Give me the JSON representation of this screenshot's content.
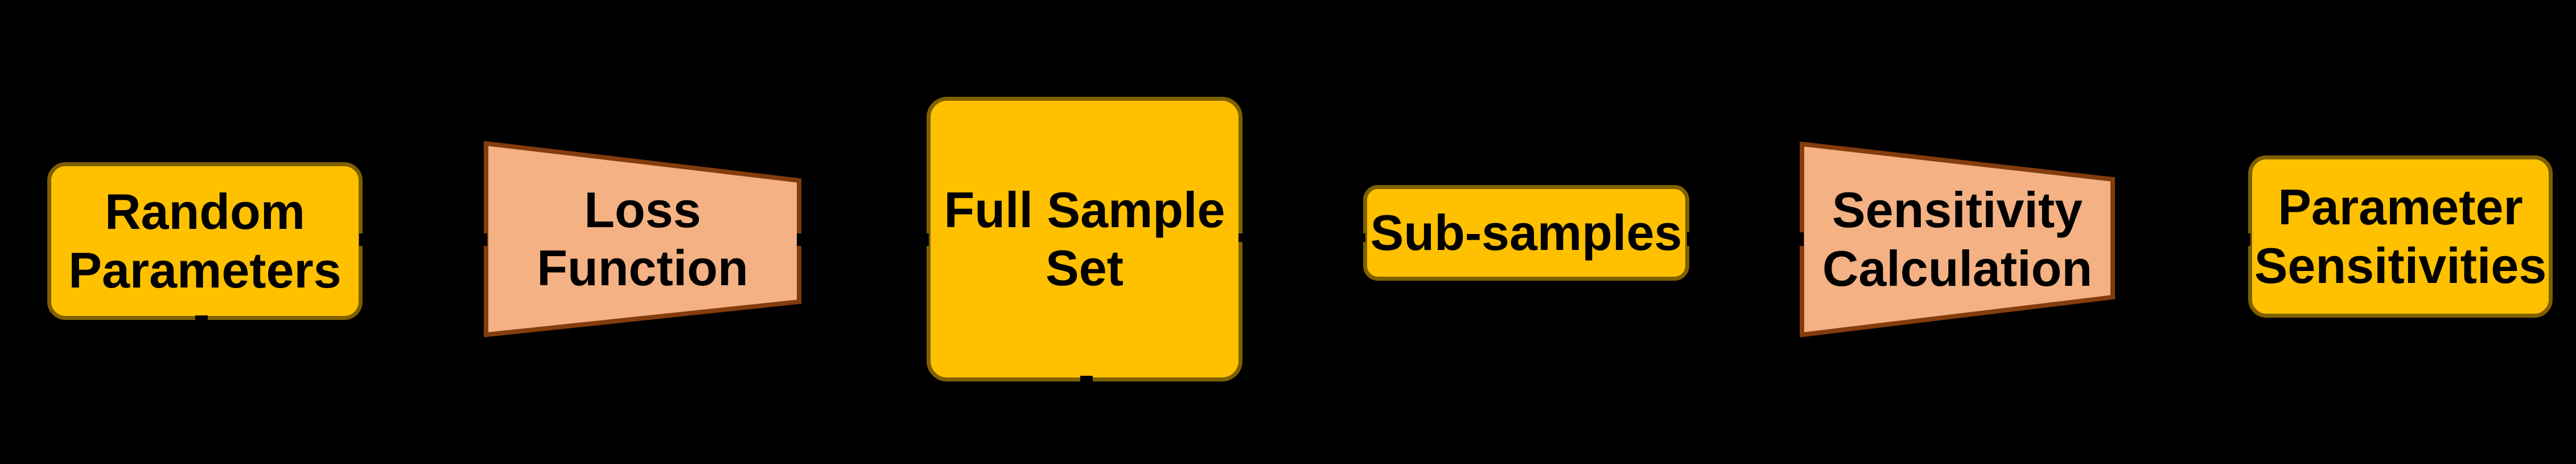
{
  "canvas": {
    "background_color": "#000000"
  },
  "palette": {
    "gold_fill": "#FFC000",
    "gold_border": "#7F6000",
    "peach_fill": "#F4B183",
    "peach_border": "#843C0C",
    "text_color": "#000000"
  },
  "diagram": {
    "nodes": [
      {
        "id": "random-parameters",
        "label": "Random\nParameters",
        "shape": "rounded-rectangle",
        "fill": "#FFC000",
        "border": "#7F6000",
        "text_color": "#000000"
      },
      {
        "id": "loss-function",
        "label": "Loss\nFunction",
        "shape": "trapezoid-narrowing-right",
        "fill": "#F4B183",
        "border": "#843C0C",
        "text_color": "#000000"
      },
      {
        "id": "full-sample-set",
        "label": "Full Sample\nSet",
        "shape": "rounded-rectangle",
        "fill": "#FFC000",
        "border": "#7F6000",
        "text_color": "#000000"
      },
      {
        "id": "sub-samples",
        "label": "Sub-samples",
        "shape": "rounded-rectangle",
        "fill": "#FFC000",
        "border": "#7F6000",
        "text_color": "#000000"
      },
      {
        "id": "sensitivity-calculation",
        "label": "Sensitivity\nCalculation",
        "shape": "trapezoid-narrowing-right",
        "fill": "#F4B183",
        "border": "#843C0C",
        "text_color": "#000000"
      },
      {
        "id": "parameter-sensitivities",
        "label": "Parameter\nSensitivities",
        "shape": "rounded-rectangle",
        "fill": "#FFC000",
        "border": "#7F6000",
        "text_color": "#000000"
      }
    ],
    "connectors": [
      {
        "from": "random-parameters",
        "to": "loss-function",
        "color": "#000000"
      },
      {
        "from": "loss-function",
        "to": "full-sample-set",
        "color": "#000000"
      },
      {
        "from": "full-sample-set",
        "to": "sub-samples",
        "color": "#000000"
      },
      {
        "from": "sub-samples",
        "to": "sensitivity-calculation",
        "color": "#000000"
      },
      {
        "from": "sensitivity-calculation",
        "to": "parameter-sensitivities",
        "color": "#000000"
      },
      {
        "from": "random-parameters",
        "to": null,
        "direction": "down",
        "color": "#000000"
      },
      {
        "from": "full-sample-set",
        "to": null,
        "direction": "down",
        "color": "#000000"
      }
    ]
  }
}
